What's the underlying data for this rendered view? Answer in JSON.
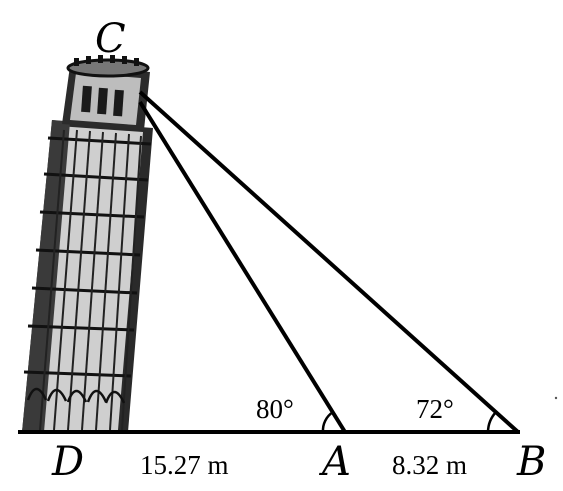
{
  "points": {
    "C": "C",
    "D": "D",
    "A": "A",
    "B": "B"
  },
  "angles": {
    "at_A": "80°",
    "at_B": "72°"
  },
  "distances": {
    "DA": "15.27 m",
    "AB": "8.32 m"
  },
  "colors": {
    "ink": "#000000",
    "background": "#ffffff",
    "tower_stone": "#b9b9b9"
  },
  "icons": {
    "tower": "leaning-tower-of-pisa"
  }
}
